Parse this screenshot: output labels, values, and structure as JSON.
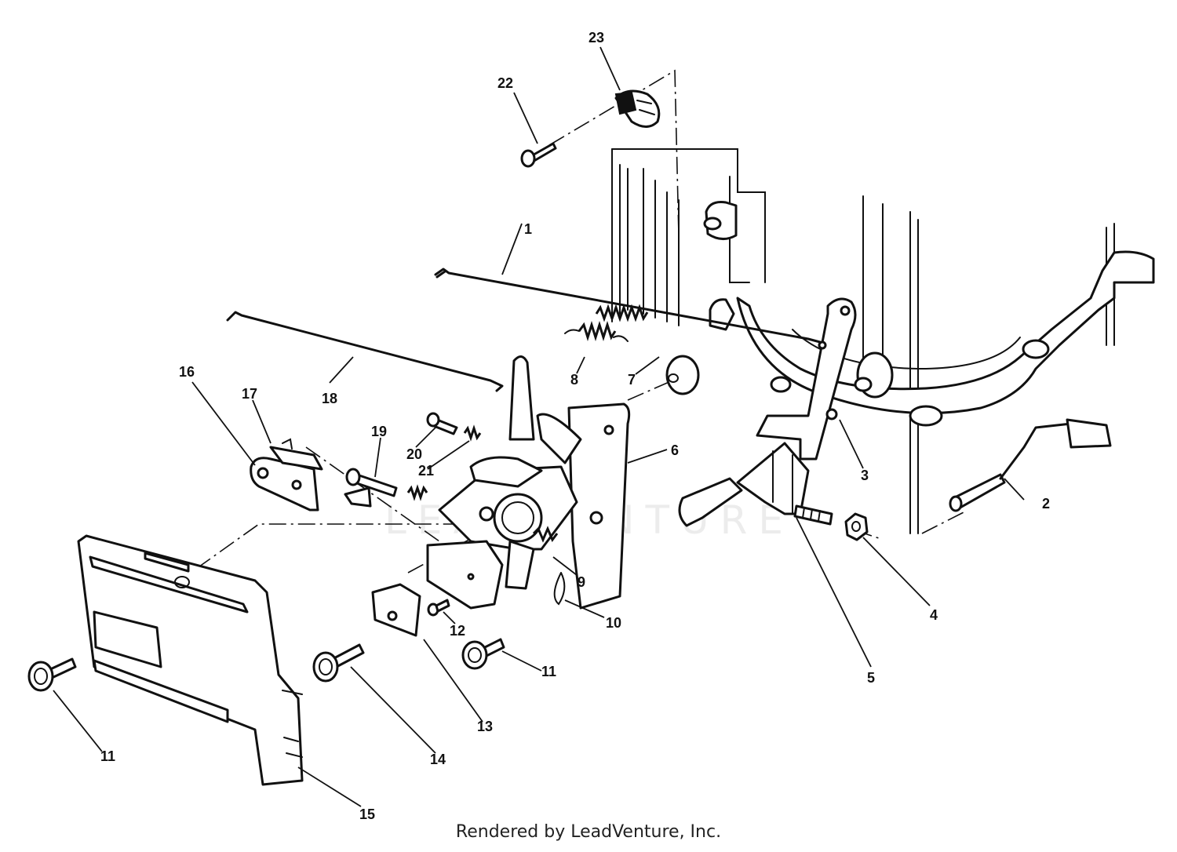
{
  "diagram": {
    "watermark": "LEADVENTURE",
    "footer": "Rendered by LeadVenture, Inc.",
    "callouts": [
      {
        "id": "c1",
        "label": "1"
      },
      {
        "id": "c2",
        "label": "2"
      },
      {
        "id": "c3",
        "label": "3"
      },
      {
        "id": "c4",
        "label": "4"
      },
      {
        "id": "c5",
        "label": "5"
      },
      {
        "id": "c6",
        "label": "6"
      },
      {
        "id": "c7",
        "label": "7"
      },
      {
        "id": "c8",
        "label": "8"
      },
      {
        "id": "c9",
        "label": "9"
      },
      {
        "id": "c10",
        "label": "10"
      },
      {
        "id": "c11a",
        "label": "11"
      },
      {
        "id": "c11b",
        "label": "11"
      },
      {
        "id": "c12",
        "label": "12"
      },
      {
        "id": "c13",
        "label": "13"
      },
      {
        "id": "c14",
        "label": "14"
      },
      {
        "id": "c15",
        "label": "15"
      },
      {
        "id": "c16",
        "label": "16"
      },
      {
        "id": "c17",
        "label": "17"
      },
      {
        "id": "c18",
        "label": "18"
      },
      {
        "id": "c19",
        "label": "19"
      },
      {
        "id": "c20",
        "label": "20"
      },
      {
        "id": "c21",
        "label": "21"
      },
      {
        "id": "c22",
        "label": "22"
      },
      {
        "id": "c23",
        "label": "23"
      }
    ]
  }
}
